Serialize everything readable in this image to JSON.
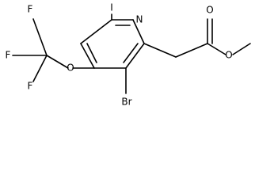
{
  "molecule": {
    "atoms": {
      "iodine": "I",
      "nitrogen": "N",
      "oxygen_carbonyl": "O",
      "oxygen_ester": "O",
      "fluorine_top": "F",
      "fluorine_left": "F",
      "fluorine_bottom": "F",
      "oxygen_ether": "O",
      "bromine": "Br"
    }
  }
}
